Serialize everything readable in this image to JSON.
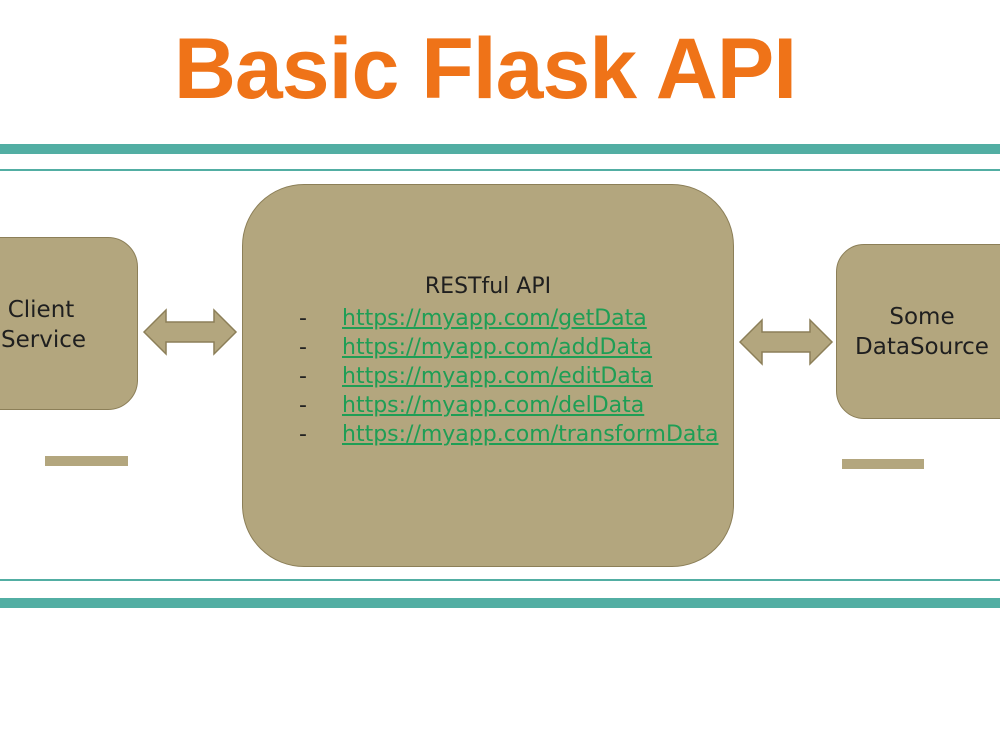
{
  "title": "Basic Flask API",
  "colors": {
    "title": "#ef7318",
    "rule": "#52aea3",
    "box": "#b3a67e",
    "link": "#1e9e55"
  },
  "client": {
    "line1": "Client",
    "line2": "Service"
  },
  "api": {
    "title": "RESTful API",
    "endpoints": [
      {
        "bullet": "-",
        "url": "https://myapp.com/getData"
      },
      {
        "bullet": "-",
        "url": "https://myapp.com/addData"
      },
      {
        "bullet": "-",
        "url": "https://myapp.com/editData"
      },
      {
        "bullet": "-",
        "url": "https://myapp.com/delData"
      },
      {
        "bullet": "-",
        "url": "https://myapp.com/transformData"
      }
    ]
  },
  "datasource": {
    "line1": "Some",
    "line2": "DataSource"
  },
  "arrows": [
    "bidirectional-arrow",
    "bidirectional-arrow"
  ]
}
